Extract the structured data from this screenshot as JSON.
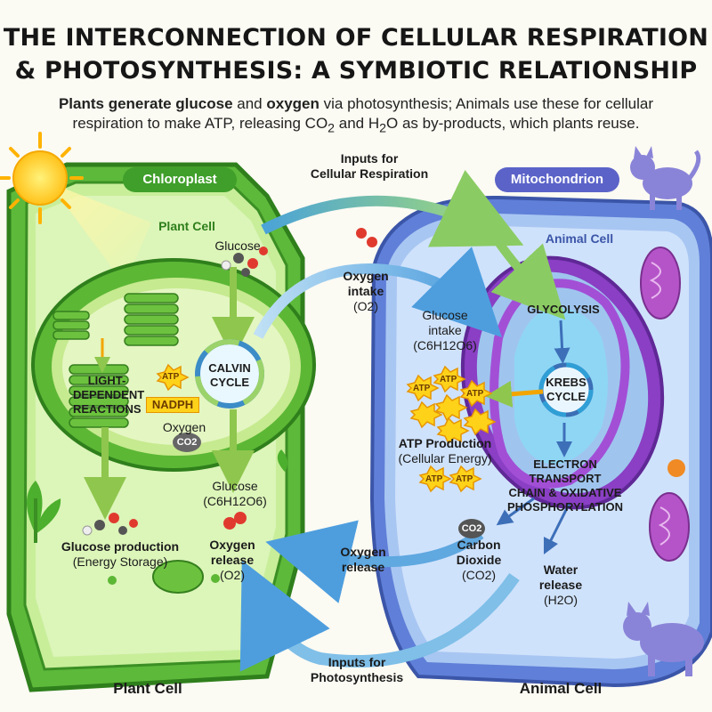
{
  "title": {
    "line1": "THE INTERCONNECTION OF CELLULAR RESPIRATION",
    "line2": "& PHOTOSYNTHESIS: A SYMBIOTIC RELATIONSHIP"
  },
  "subtitle": {
    "b1": "Plants generate glucose",
    "t1": " and ",
    "b2": "oxygen",
    "t2": " via photosynthesis; Animals use these for cellular",
    "t3": "respiration to make ATP, releasing CO",
    "sub2a": "2",
    "t4": " and H",
    "sub2b": "2",
    "t5": "O as by-products, which plants reuse."
  },
  "plant": {
    "chloroplast_tag": "Chloroplast",
    "cell_label": "Plant Cell",
    "glucose_top": "Glucose",
    "light_reactions": [
      "LIGHT-",
      "DEPENDENT",
      "REACTIONS"
    ],
    "atp_tag": "ATP",
    "nadph_tag": "NADPH",
    "calvin": [
      "CALVIN",
      "CYCLE"
    ],
    "oxygen": "Oxygen",
    "co2_badge": "CO2",
    "glucose_bottom": [
      "Glucose",
      "(C6H12O6)"
    ],
    "glucose_production": [
      "Glucose production",
      "(Energy Storage)"
    ],
    "oxygen_release": [
      "Oxygen",
      "release",
      "(O2)"
    ],
    "bottom_label": "Plant Cell"
  },
  "animal": {
    "mitochondrion_tag": "Mitochondrion",
    "cell_label": "Animal Cell",
    "glycolysis": "GLYCOLYSIS",
    "krebs": [
      "KREBS",
      "CYCLE"
    ],
    "glucose_intake": [
      "Glucose",
      "intake",
      "(C6H12O6)"
    ],
    "atp_production": [
      "ATP Production",
      "(Cellular Energy)"
    ],
    "etc": [
      "ELECTRON TRANSPORT",
      "CHAIN & OXIDATIVE",
      "PHOSPHORYLATION"
    ],
    "co2_badge": "CO2",
    "carbon_dioxide": [
      "Carbon",
      "Dioxide",
      "(CO2)"
    ],
    "water_release": [
      "Water",
      "release",
      "(H2O)"
    ],
    "atp_tag": "ATP",
    "bottom_label": "Animal Cell"
  },
  "arrows": {
    "inputs_respiration": [
      "Inputs for",
      "Cellular Respiration"
    ],
    "oxygen_intake": [
      "Oxygen",
      "intake",
      "(O2)"
    ],
    "oxygen_release": [
      "Oxygen",
      "release"
    ],
    "inputs_photosynthesis": [
      "Inputs for",
      "Photosynthesis"
    ]
  },
  "colors": {
    "plant_green": "#4caf2d",
    "chloroplast_green": "#3f9f2a",
    "animal_blue": "#5f7fd8",
    "mito_purple": "#8a3fc4",
    "arrow_blue": "#5fa8e0",
    "arrow_green": "#8fcf6a"
  }
}
